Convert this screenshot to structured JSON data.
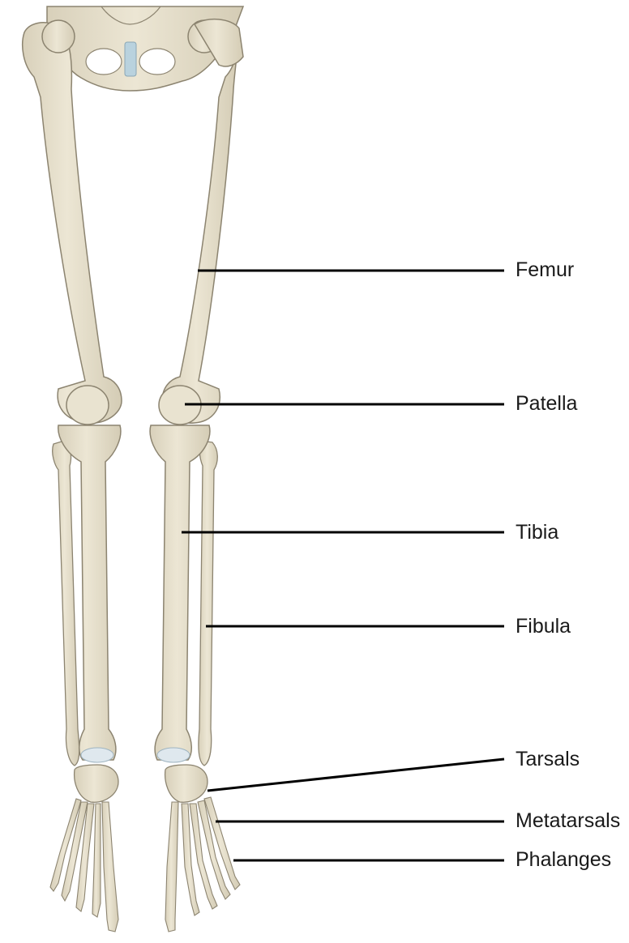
{
  "diagram": {
    "colors": {
      "bone": "#e7e0cc",
      "bone_shadow": "#c9c1aa",
      "outline": "#8c8470",
      "cartilage": "#dfe8ee",
      "symphysis": "#b9d2de",
      "leader_line": "#000000",
      "text": "#1a1a1a"
    },
    "labels": [
      {
        "id": "femur",
        "text": "Femur"
      },
      {
        "id": "patella",
        "text": "Patella"
      },
      {
        "id": "tibia",
        "text": "Tibia"
      },
      {
        "id": "fibula",
        "text": "Fibula"
      },
      {
        "id": "tarsals",
        "text": "Tarsals"
      },
      {
        "id": "metatarsals",
        "text": "Metatarsals"
      },
      {
        "id": "phalanges",
        "text": "Phalanges"
      }
    ]
  }
}
